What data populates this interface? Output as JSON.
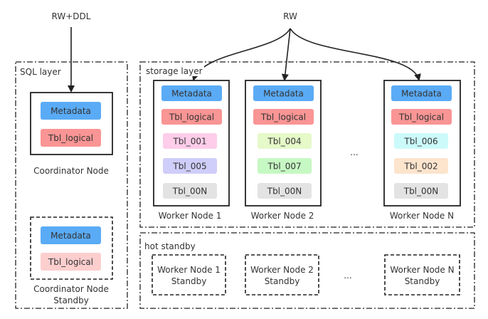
{
  "top_labels": {
    "rw_ddl": "RW+DDL",
    "rw": "RW"
  },
  "sql_layer": {
    "label": "SQL layer",
    "coordinator": {
      "caption": "Coordinator Node",
      "items": [
        "Metadata",
        "Tbl_logical"
      ]
    },
    "standby": {
      "caption_line1": "Coordinator Node",
      "caption_line2": "Standby",
      "items": [
        "Metadata",
        "Tbl_logical"
      ]
    }
  },
  "storage_layer": {
    "label": "storage layer",
    "ellipsis": "...",
    "workers": [
      {
        "caption": "Worker Node 1",
        "items": [
          "Metadata",
          "Tbl_logical",
          "Tbl_001",
          "Tbl_005",
          "Tbl_00N"
        ]
      },
      {
        "caption": "Worker Node 2",
        "items": [
          "Metadata",
          "Tbl_logical",
          "Tbl_004",
          "Tbl_007",
          "Tbl_00N"
        ]
      },
      {
        "caption": "Worker Node N",
        "items": [
          "Metadata",
          "Tbl_logical",
          "Tbl_006",
          "Tbl_002",
          "Tbl_00N"
        ]
      }
    ]
  },
  "hot_standby": {
    "label": "hot standby",
    "ellipsis": "...",
    "nodes": [
      {
        "line1": "Worker Node 1",
        "line2": "Standby"
      },
      {
        "line1": "Worker Node 2",
        "line2": "Standby"
      },
      {
        "line1": "Worker Node N",
        "line2": "Standby"
      }
    ]
  },
  "colors": {
    "metadata": "#5aabf6",
    "tbl_logical": "#f99594",
    "tbl_logical_light": "#fdcece",
    "tbl_001": "#fdcde9",
    "tbl_005": "#cfcdf9",
    "tbl_004": "#e5f9c9",
    "tbl_007": "#c6f8c3",
    "tbl_006": "#ccfafa",
    "tbl_002": "#fde4cd",
    "tbl_00n": "#e3e3e3",
    "stroke": "#222222"
  }
}
